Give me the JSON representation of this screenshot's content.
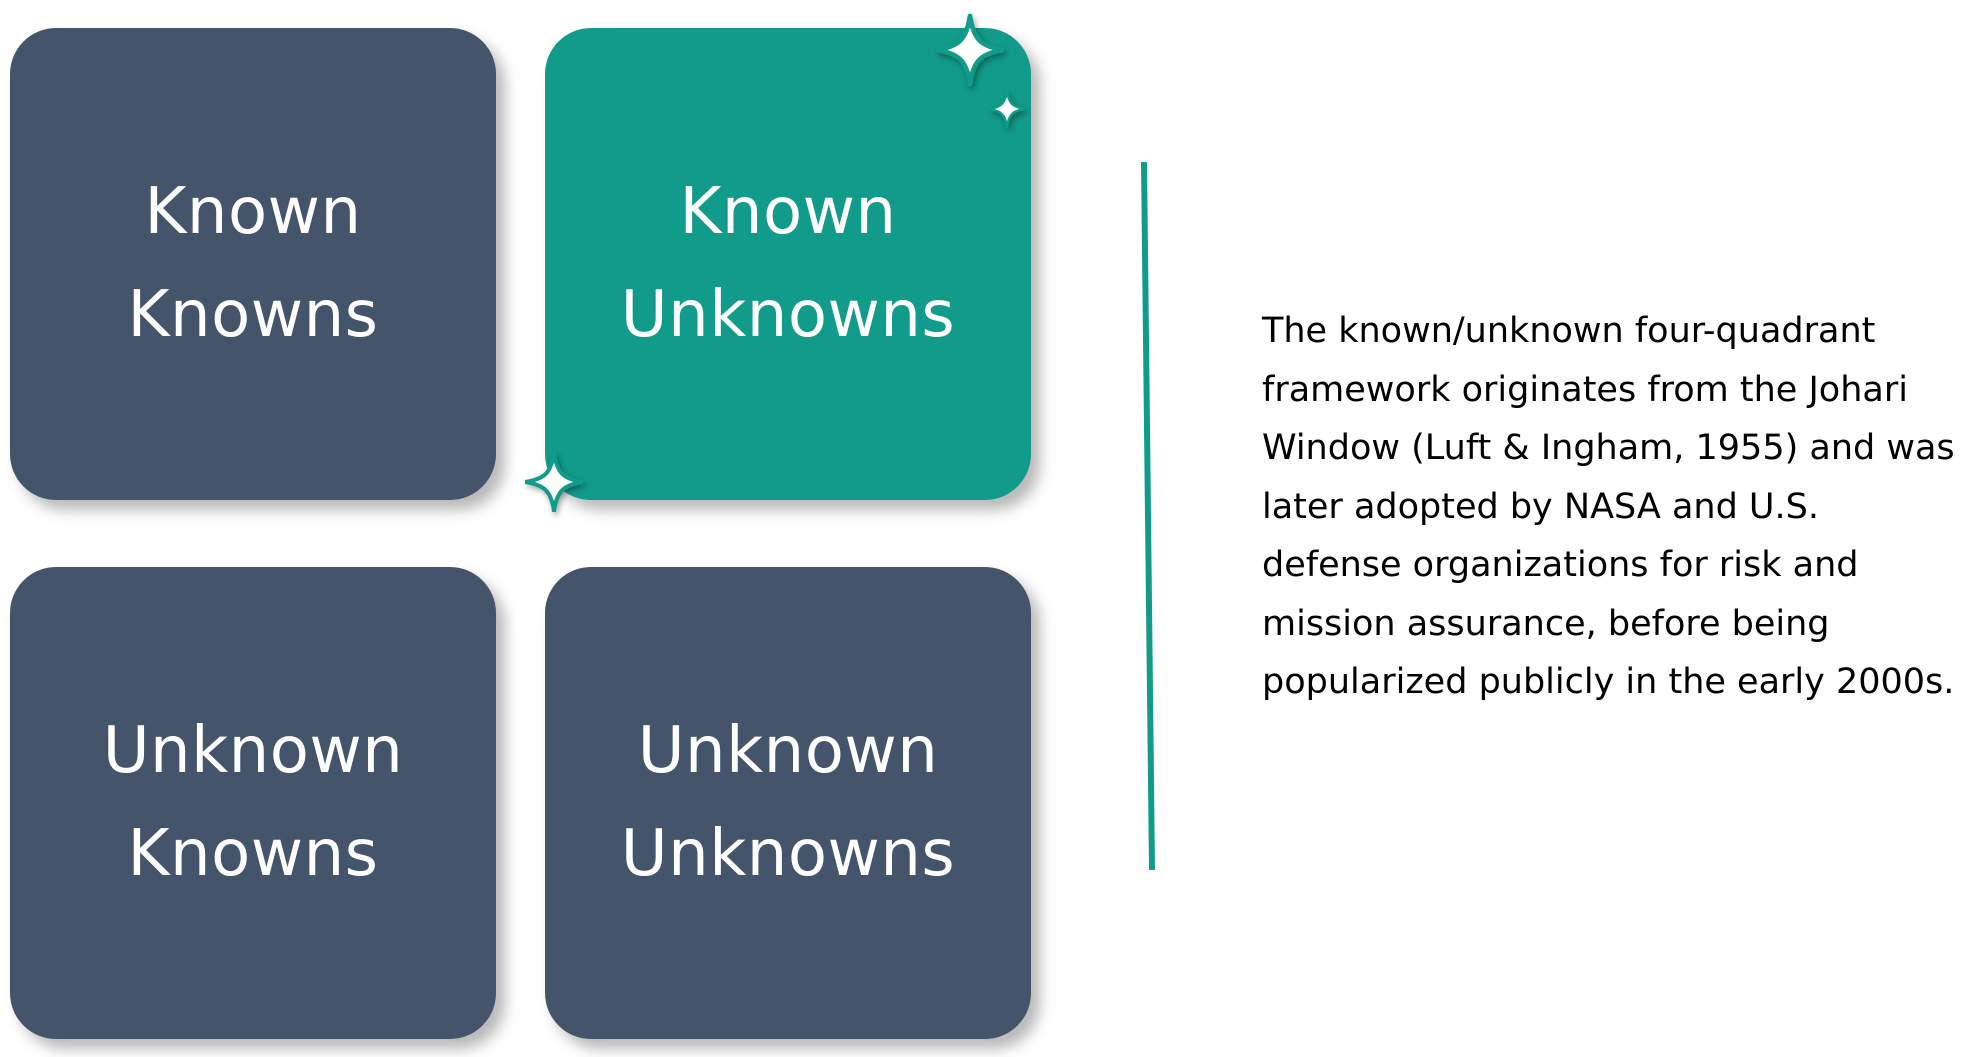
{
  "colors": {
    "slate": "#44546A",
    "teal": "#119B8A",
    "text": "#000000",
    "quadrant_text": "#FFFFFF"
  },
  "quadrants": [
    {
      "id": "tl",
      "label": "Known\nKnowns",
      "fill": "slate",
      "highlighted": false
    },
    {
      "id": "tr",
      "label": "Known\nUnknowns",
      "fill": "teal",
      "highlighted": true
    },
    {
      "id": "bl",
      "label": "Unknown\nKnowns",
      "fill": "slate",
      "highlighted": false
    },
    {
      "id": "br",
      "label": "Unknown\nUnknowns",
      "fill": "slate",
      "highlighted": false
    }
  ],
  "sparkle_icons": [
    "sparkle-icon",
    "sparkle-icon",
    "sparkle-icon"
  ],
  "description": {
    "lines": [
      "The known/unknown four-quadrant",
      "framework originates from the Johari",
      "Window (Luft & Ingham, 1955) and was",
      "later adopted by NASA and U.S.",
      "defense organizations for risk and",
      "mission assurance, before being",
      "popularized publicly in the early 2000s."
    ]
  }
}
